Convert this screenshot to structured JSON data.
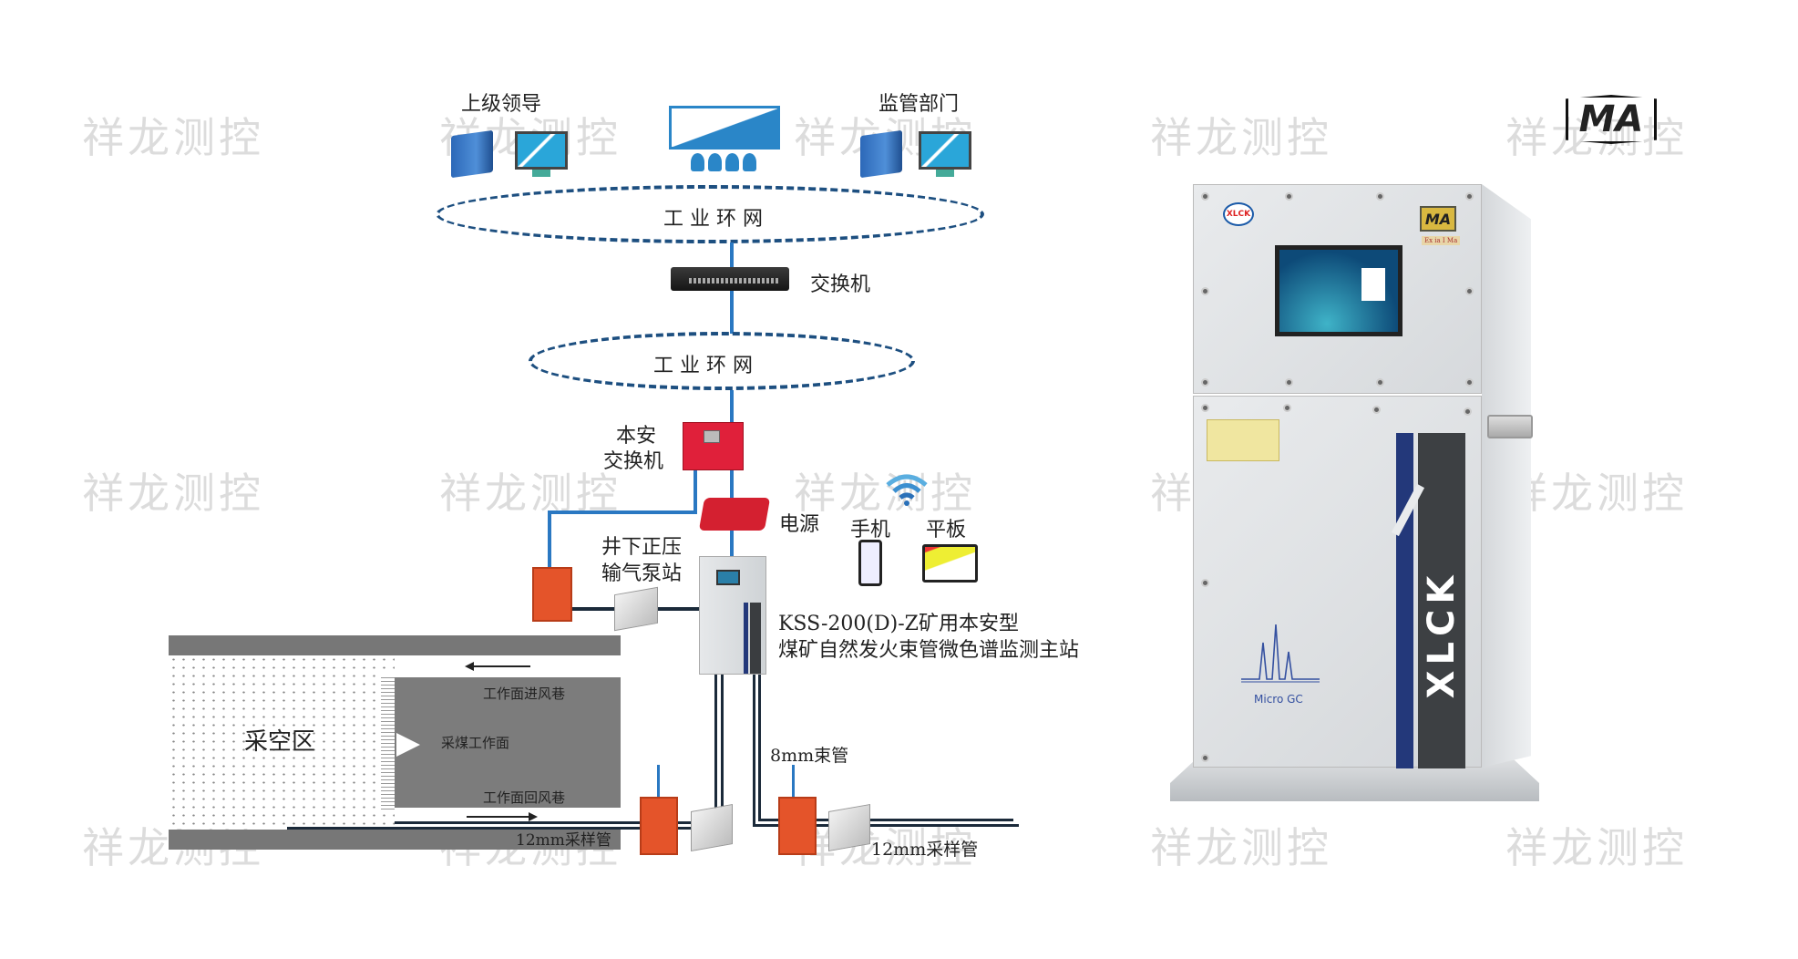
{
  "watermark": "祥龙测控",
  "top": {
    "leaders_label": "上级领导",
    "regulator_label": "监管部门",
    "ring_network_1": "工 业 环 网",
    "switch_label": "交换机",
    "ring_network_2": "工 业 环 网"
  },
  "middle": {
    "ib_switch_label_1": "本安",
    "ib_switch_label_2": "交换机",
    "power_label": "电源",
    "pump_label_1": "井下正压",
    "pump_label_2": "输气泵站",
    "phone_label": "手机",
    "tablet_label": "平板",
    "main_station_line1": "KSS-200(D)-Z矿用本安型",
    "main_station_line2": "煤矿自然发火束管微色谱监测主站"
  },
  "mine": {
    "goaf": "采空区",
    "intake": "工作面进风巷",
    "face": "采煤工作面",
    "return": "工作面回风巷",
    "sample_pipe_1": "12mm采样管",
    "bundle_pipe": "8mm束管",
    "sample_pipe_2": "12mm采样管"
  },
  "cabinet": {
    "brand": "XLCK",
    "logo": "XLCK",
    "ma_mark": "MA",
    "ex_mark": "Ex ia I Ma",
    "micro_gc": "Micro GC"
  },
  "ma_logo": "MA",
  "colors": {
    "pipe_blue": "#2a78c2",
    "ring": "#1d4f80",
    "cabinet_blue": "#23387a"
  }
}
